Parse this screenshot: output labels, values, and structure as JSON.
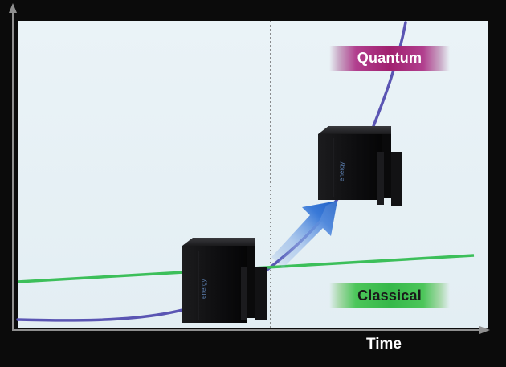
{
  "labels": {
    "quantum": "Quantum",
    "classical": "Classical",
    "x_axis": "Time"
  },
  "icons": [
    "server-rack-icon",
    "upgrade-arrow-icon"
  ],
  "colors": {
    "panel_background": "#e8f1f5",
    "frame": "#0b0b0b",
    "quantum_curve": "#5a55b3",
    "classical_line": "#3cbf5a",
    "quantum_badge": "#a1206f",
    "classical_badge": "#36b84a",
    "arrow": "#2f6fd0"
  }
}
